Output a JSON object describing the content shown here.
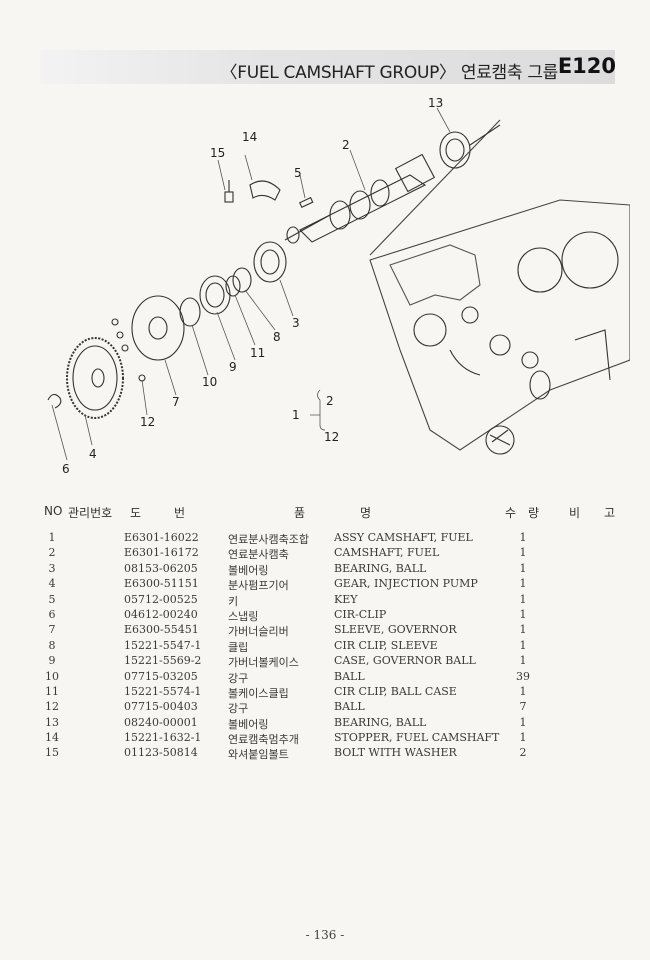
{
  "header": {
    "title": "〈FUEL CAMSHAFT GROUP〉 연료캠축 그룹",
    "code": "E120"
  },
  "diagram": {
    "callouts": [
      "13",
      "14",
      "15",
      "2",
      "5",
      "3",
      "8",
      "11",
      "9",
      "10",
      "7",
      "12",
      "6",
      "4",
      "1",
      "2",
      "12"
    ]
  },
  "table": {
    "headers": {
      "no": "NO",
      "part_no": "관리번호",
      "drawing": "도",
      "drawing2": "번",
      "name": "품",
      "name2": "명",
      "qty": "수",
      "qty2": "량",
      "remark": "비",
      "remark2": "고"
    },
    "rows": [
      {
        "no": "1",
        "part": "E6301-16022",
        "kname": "연료분사캠축조합",
        "name": "ASSY CAMSHAFT, FUEL",
        "qty": "1"
      },
      {
        "no": "2",
        "part": "E6301-16172",
        "kname": "연료분사캠축",
        "name": "CAMSHAFT, FUEL",
        "qty": "1"
      },
      {
        "no": "3",
        "part": "08153-06205",
        "kname": "볼베어링",
        "name": "BEARING, BALL",
        "qty": "1"
      },
      {
        "no": "4",
        "part": "E6300-51151",
        "kname": "분사펌프기어",
        "name": "GEAR, INJECTION PUMP",
        "qty": "1"
      },
      {
        "no": "5",
        "part": "05712-00525",
        "kname": "키",
        "name": "KEY",
        "qty": "1"
      },
      {
        "no": "6",
        "part": "04612-00240",
        "kname": "스냅링",
        "name": "CIR-CLIP",
        "qty": "1"
      },
      {
        "no": "7",
        "part": "E6300-55451",
        "kname": "가버너슬리버",
        "name": "SLEEVE, GOVERNOR",
        "qty": "1"
      },
      {
        "no": "8",
        "part": "15221-5547-1",
        "kname": "클립",
        "name": "CIR CLIP, SLEEVE",
        "qty": "1"
      },
      {
        "no": "9",
        "part": "15221-5569-2",
        "kname": "가버너볼케이스",
        "name": "CASE, GOVERNOR BALL",
        "qty": "1"
      },
      {
        "no": "10",
        "part": "07715-03205",
        "kname": "강구",
        "name": "BALL",
        "qty": "39"
      },
      {
        "no": "11",
        "part": "15221-5574-1",
        "kname": "볼케이스클립",
        "name": "CIR CLIP, BALL CASE",
        "qty": "1"
      },
      {
        "no": "12",
        "part": "07715-00403",
        "kname": "강구",
        "name": "BALL",
        "qty": "7"
      },
      {
        "no": "13",
        "part": "08240-00001",
        "kname": "볼베어링",
        "name": "BEARING, BALL",
        "qty": "1"
      },
      {
        "no": "14",
        "part": "15221-1632-1",
        "kname": "연료캠축멈추개",
        "name": "STOPPER, FUEL CAMSHAFT",
        "qty": "1"
      },
      {
        "no": "15",
        "part": "01123-50814",
        "kname": "와셔붙임볼트",
        "name": "BOLT WITH WASHER",
        "qty": "2"
      }
    ]
  },
  "footer": {
    "page": "- 136 -"
  }
}
